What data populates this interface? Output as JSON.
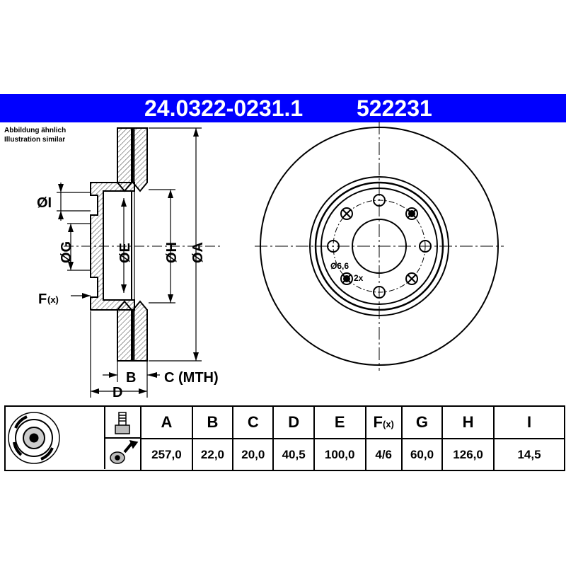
{
  "header": {
    "part_number": "24.0322-0231.1",
    "ref_number": "522231",
    "bg_color": "#0000ff"
  },
  "note": {
    "line1": "Abbildung ähnlich",
    "line2": "Illustration similar"
  },
  "section_labels": {
    "I": "ØI",
    "G": "ØG",
    "E": "ØE",
    "H": "ØH",
    "A": "ØA",
    "F": "F",
    "F_sub": "(x)",
    "B": "B",
    "C": "C (MTH)",
    "D": "D"
  },
  "front_labels": {
    "hole": "Ø6,6",
    "count": "2x"
  },
  "table": {
    "headers": [
      "A",
      "B",
      "C",
      "D",
      "E",
      "F",
      "G",
      "H",
      "I"
    ],
    "f_sub": "(x)",
    "values": [
      "257,0",
      "22,0",
      "20,0",
      "40,5",
      "100,0",
      "4/6",
      "60,0",
      "126,0",
      "14,5"
    ]
  },
  "icons": [
    "disc-thumbnail-icon",
    "bolt-icon",
    "tighten-icon"
  ]
}
